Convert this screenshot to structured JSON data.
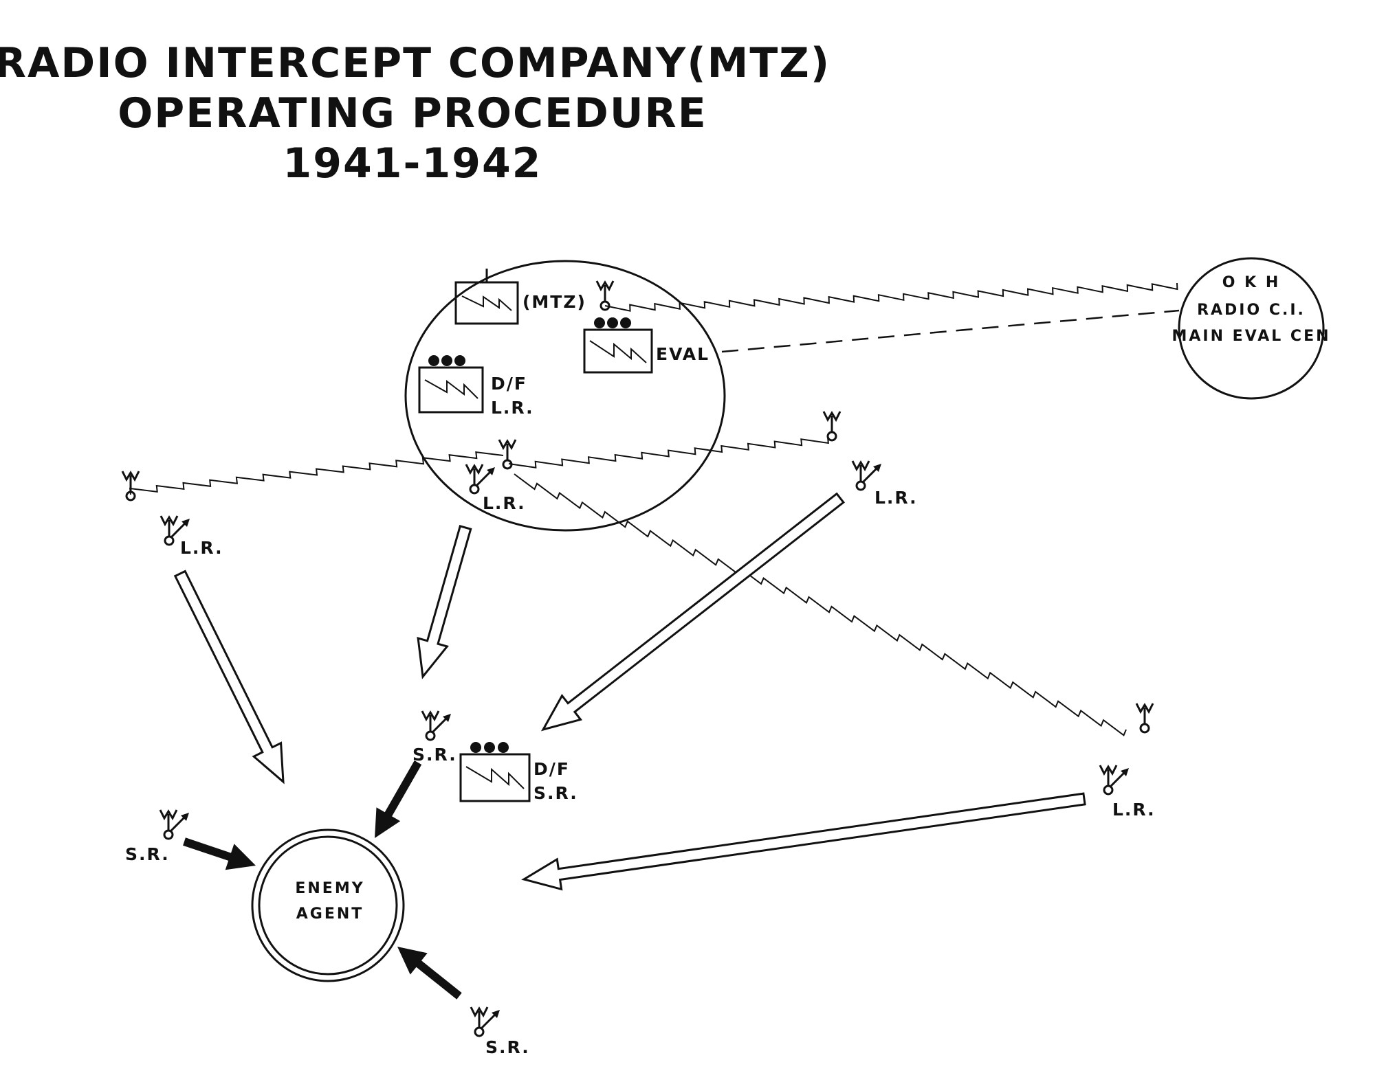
{
  "title": {
    "line1": "RADIO INTERCEPT COMPANY(MTZ)",
    "line2": "OPERATING PROCEDURE",
    "line3": "1941-1942"
  },
  "nodes": {
    "mtz": "(MTZ)",
    "eval": "EVAL",
    "df_lr_1": "D/F",
    "df_lr_2": "L.R.",
    "df_sr_1": "D/F",
    "df_sr_2": "S.R.",
    "okh_1": "O K H",
    "okh_2": "RADIO C.I.",
    "okh_3": "MAIN EVAL CEN",
    "enemy_1": "ENEMY",
    "enemy_2": "AGENT"
  },
  "station_labels": {
    "lr_center": "L.R.",
    "lr_left": "L.R.",
    "lr_right": "L.R.",
    "lr_far_right": "L.R.",
    "sr_middle": "S.R.",
    "sr_left": "S.R.",
    "sr_bottom": "S.R."
  }
}
